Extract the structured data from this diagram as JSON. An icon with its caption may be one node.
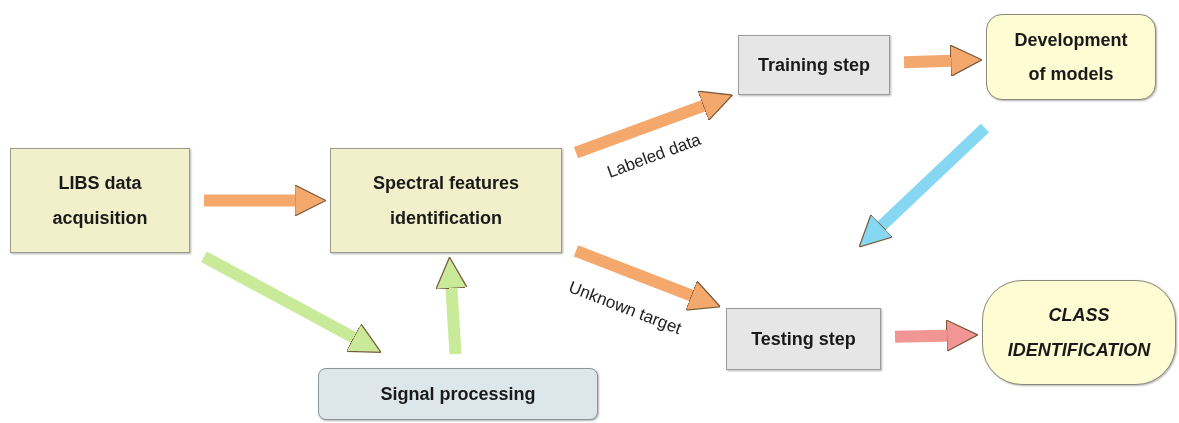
{
  "diagram": {
    "nodes": [
      {
        "text": [
          "LIBS data acquisition"
        ]
      },
      {
        "text": [
          "Spectral features identification"
        ]
      },
      {
        "text": [
          "Signal processing"
        ]
      },
      {
        "text": [
          "Training step"
        ]
      },
      {
        "text": [
          "Development of models"
        ]
      },
      {
        "text": [
          "Testing step"
        ]
      },
      {
        "text": [
          "CLASS IDENTIFICATION"
        ]
      }
    ],
    "edges": [
      {
        "from": 0,
        "to": 1,
        "arrow": "to"
      },
      {
        "from": 0,
        "to": 2,
        "arrow": "to",
        "color": "#c9ea98"
      },
      {
        "from": 2,
        "to": 1,
        "arrow": "to",
        "color": "#c9ea98"
      },
      {
        "from": 1,
        "to": 3,
        "arrow": "to",
        "label": "Labeled data"
      },
      {
        "from": 3,
        "to": 4,
        "arrow": "to"
      },
      {
        "from": 4,
        "to": null,
        "arrow": "to",
        "color": "#86d8f2"
      },
      {
        "from": 1,
        "to": 5,
        "arrow": "to",
        "label": "Unknown target"
      },
      {
        "from": 5,
        "to": 6,
        "arrow": "to",
        "color": "#f29595"
      }
    ]
  }
}
